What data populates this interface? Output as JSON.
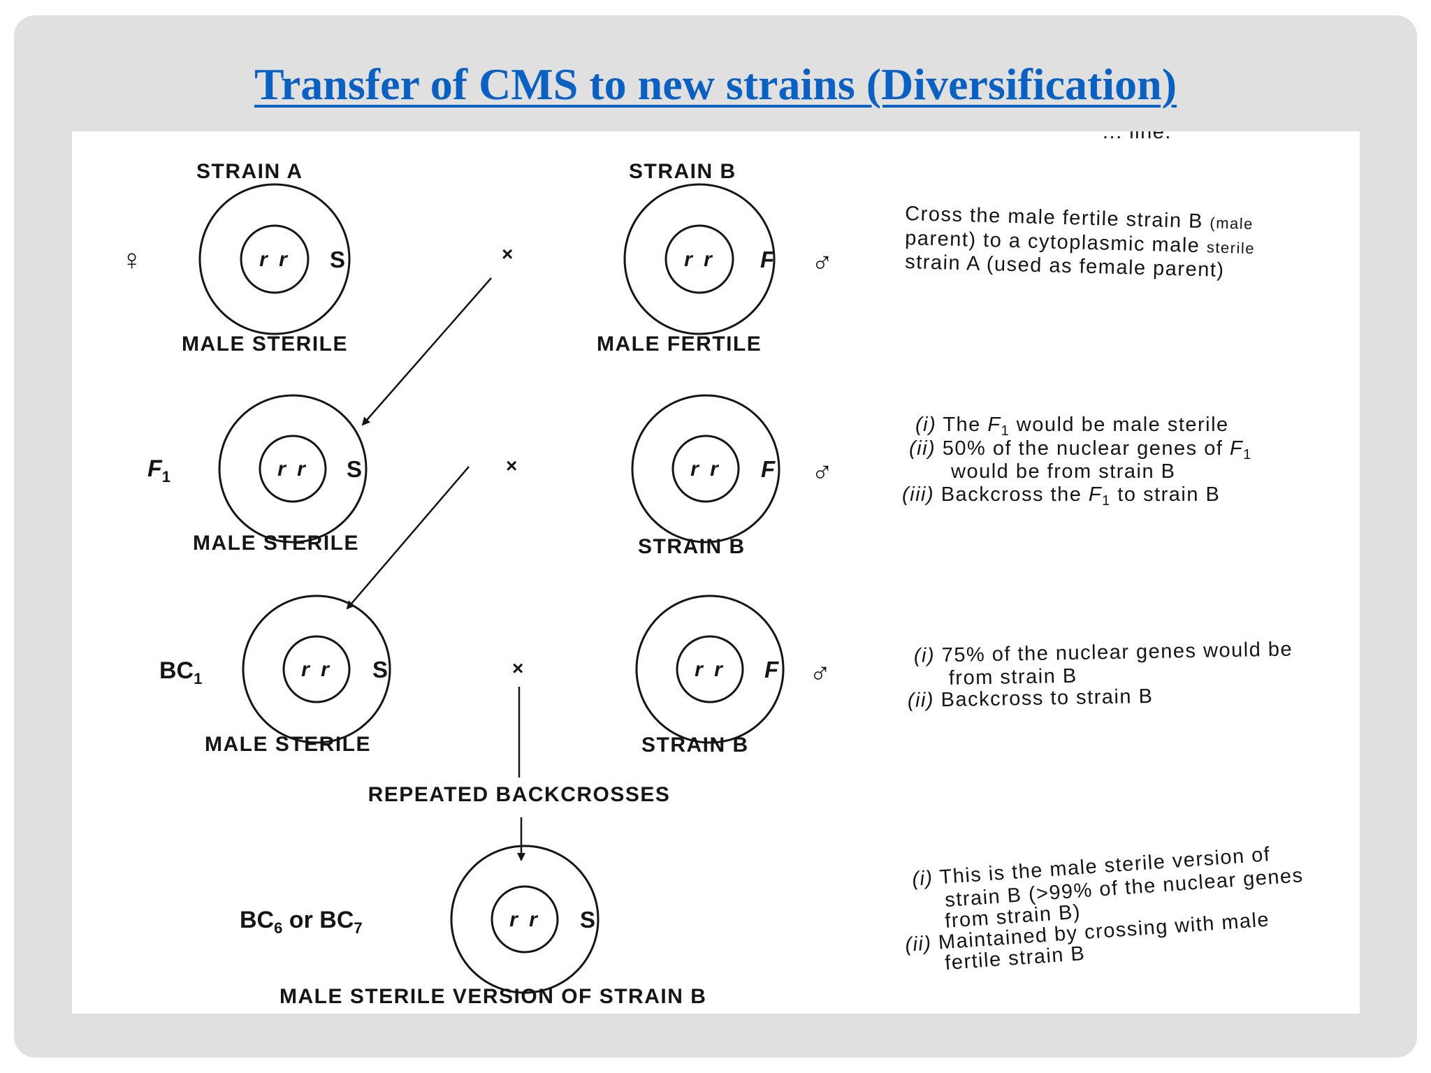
{
  "title": "Transfer of CMS to new strains (Diversification)",
  "diagram": {
    "top_fragment": "... line.",
    "row1": {
      "strainA": {
        "heading": "STRAIN A",
        "symbol": "♀",
        "nuclear": "r r",
        "cyto": "S",
        "caption": "MALE STERILE"
      },
      "cross": "×",
      "strainB": {
        "heading": "STRAIN B",
        "symbol": "♂",
        "nuclear": "r r",
        "cyto": "F",
        "caption": "MALE FERTILE"
      },
      "note": {
        "l1a": "Cross the male fertile strain B",
        "l1b": "(male",
        "l2a": "parent) to a cytoplasmic male",
        "l2b": "sterile",
        "l3": "strain A (used as female parent)"
      }
    },
    "row2": {
      "gen_main": "F",
      "gen_sub": "1",
      "left": {
        "nuclear": "r r",
        "cyto": "S",
        "caption": "MALE STERILE"
      },
      "cross": "×",
      "right": {
        "symbol": "♂",
        "nuclear": "r r",
        "cyto": "F",
        "caption": "STRAIN B"
      },
      "note": {
        "i_mark": "(i)",
        "i_a": "The",
        "i_f": "F",
        "i_sub": "1",
        "i_b": "would be male sterile",
        "ii_mark": "(ii)",
        "ii_a": "50% of the nuclear genes of",
        "ii_f": "F",
        "ii_sub": "1",
        "ii_c": "would be from strain B",
        "iii_mark": "(iii)",
        "iii_a": "Backcross the",
        "iii_f": "F",
        "iii_sub": "1",
        "iii_b": "to strain B"
      }
    },
    "row3": {
      "gen_main": "BC",
      "gen_sub": "1",
      "left": {
        "nuclear": "r r",
        "cyto": "S",
        "caption": "MALE STERILE"
      },
      "cross": "×",
      "right": {
        "symbol": "♂",
        "nuclear": "r r",
        "cyto": "F",
        "caption": "STRAIN B"
      },
      "note": {
        "i_mark": "(i)",
        "i_a": "75% of the nuclear genes would be",
        "i_b": "from strain B",
        "ii_mark": "(ii)",
        "ii_a": "Backcross to strain B"
      }
    },
    "repeated": "REPEATED BACKCROSSES",
    "row4": {
      "gen_a": "BC",
      "gen_a_sub": "6",
      "gen_or": " or ",
      "gen_b": "BC",
      "gen_b_sub": "7",
      "nuclear": "r r",
      "cyto": "S",
      "caption": "MALE STERILE VERSION OF STRAIN B",
      "note": {
        "i_mark": "(i)",
        "i_a": "This is the male sterile version of",
        "i_b": "strain B (>99% of the nuclear genes",
        "i_c": "from strain B)",
        "ii_mark": "(ii)",
        "ii_a": "Maintained by crossing with male",
        "ii_b": "fertile strain B"
      }
    }
  }
}
